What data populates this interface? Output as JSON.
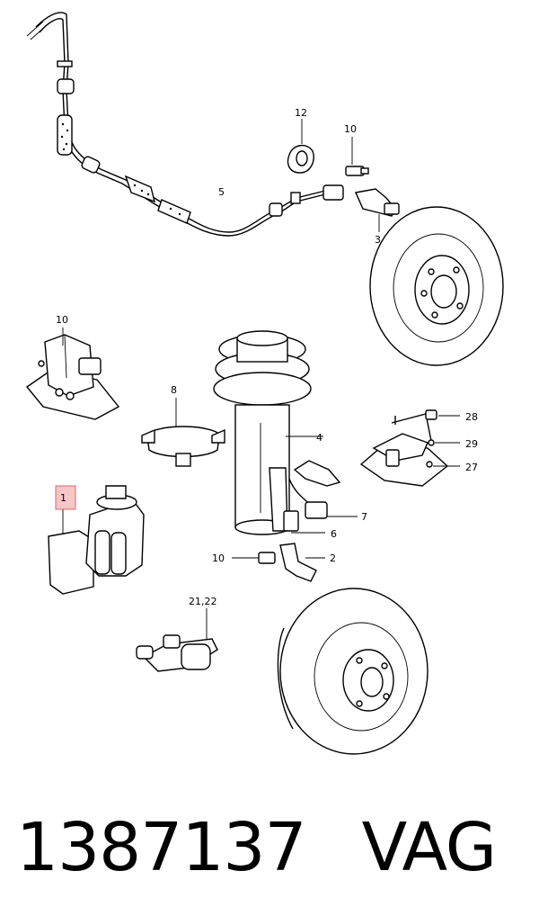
{
  "callouts": [
    {
      "id": "c1",
      "text": "1",
      "highlight": true
    },
    {
      "id": "c2",
      "text": "2"
    },
    {
      "id": "c3",
      "text": "3"
    },
    {
      "id": "c4",
      "text": "4"
    },
    {
      "id": "c5",
      "text": "5"
    },
    {
      "id": "c6",
      "text": "6"
    },
    {
      "id": "c7",
      "text": "7"
    },
    {
      "id": "c8",
      "text": "8"
    },
    {
      "id": "c10a",
      "text": "10"
    },
    {
      "id": "c10b",
      "text": "10"
    },
    {
      "id": "c10c",
      "text": "10"
    },
    {
      "id": "c12",
      "text": "12"
    },
    {
      "id": "c2122",
      "text": "21,22"
    },
    {
      "id": "c27",
      "text": "27"
    },
    {
      "id": "c28",
      "text": "28"
    },
    {
      "id": "c29",
      "text": "29"
    }
  ],
  "caption": {
    "part_number": "1387137",
    "brand": "VAG"
  },
  "colors": {
    "highlight_fill": "#f7c6c6",
    "highlight_stroke": "#d46a6a",
    "line": "#000000"
  }
}
